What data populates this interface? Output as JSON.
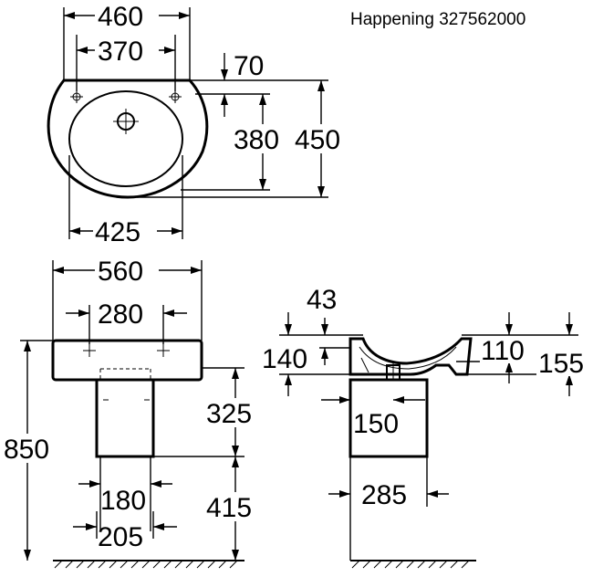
{
  "title": "Happening 327562000",
  "top_view": {
    "width_overall": "460",
    "tap_hole_spacing": "370",
    "back_offset": "70",
    "bowl_depth": "380",
    "depth_overall": "450",
    "bowl_width": "425"
  },
  "front_view": {
    "width_overall": "560",
    "fixing_spacing": "280",
    "total_height": "850",
    "pedestal_height": "325",
    "floor_to_basin": "415",
    "pedestal_inner_width": "180",
    "pedestal_outer_width": "205"
  },
  "side_view": {
    "rim_thickness": "43",
    "basin_height": "140",
    "bowl_depth": "110",
    "back_height": "155",
    "drain_offset": "150",
    "pedestal_depth": "285"
  }
}
